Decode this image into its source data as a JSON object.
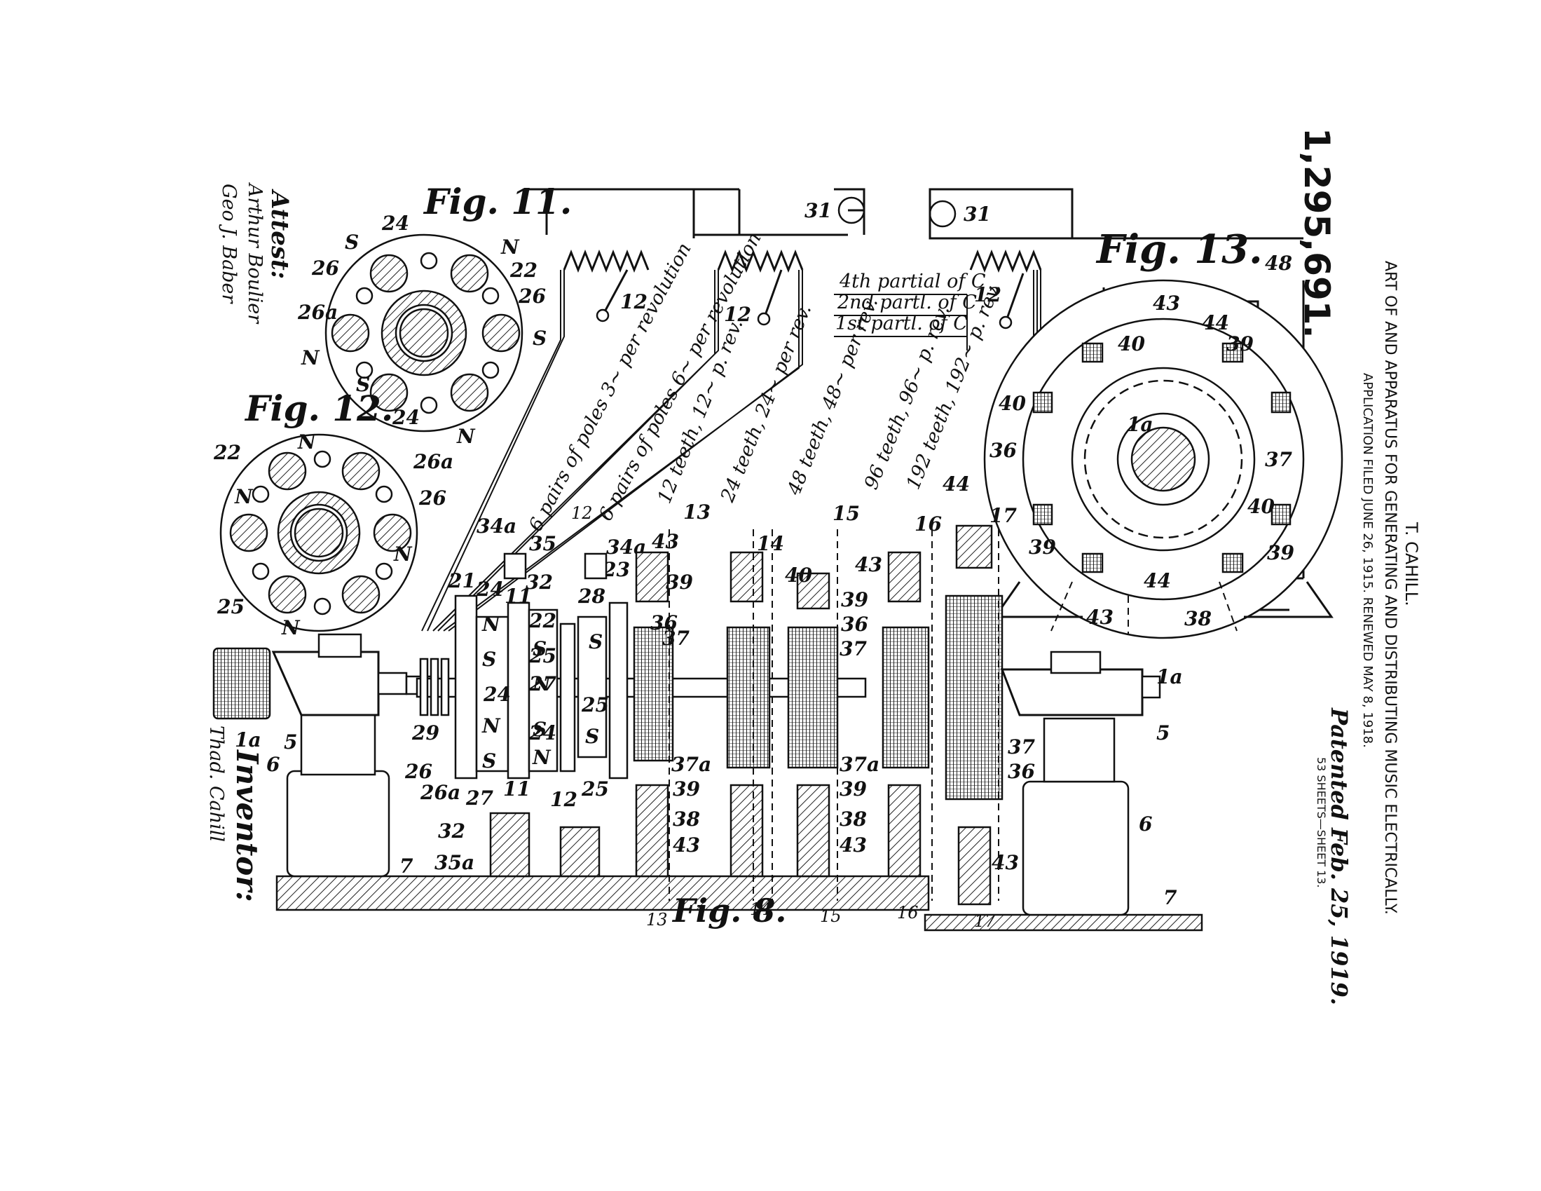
{
  "header": {
    "inventor": "T. CAHILL.",
    "title": "ART OF AND APPARATUS FOR GENERATING AND DISTRIBUTING MUSIC ELECTRICALLY.",
    "application": "APPLICATION FILED JUNE 26, 1915. RENEWED MAY 8, 1918.",
    "patent_number": "1,295,691.",
    "patented": "Patented Feb. 25, 1919.",
    "sheets": "53 SHEETS—SHEET 13."
  },
  "signatures": {
    "attest_label": "Attest:",
    "inventor_label": "Inventor:",
    "witness_1": "Arthur Boulier",
    "witness_2": "Geo J. Baber",
    "inventor_name": "Thad. Cahill"
  },
  "figures": {
    "fig8": "Fig. 8.",
    "fig11": "Fig. 11.",
    "fig12": "Fig. 12.",
    "fig13": "Fig. 13."
  },
  "annotations": {
    "poles_3": "6 pairs of poles 3~ per revolution",
    "poles_6": "6 pairs of poles 6~ per revolution",
    "teeth_12": "12 teeth, 12~ p. rev.",
    "teeth_24": "24 teeth, 24~ per rev.",
    "teeth_48": "48 teeth, 48~ per rev.",
    "teeth_96": "96 teeth, 96~ p. rev.",
    "teeth_192": "192 teeth, 192~ p. rev.",
    "partial_4": "4th partial of C",
    "partial_2": "2nd partl. of C",
    "partial_1": "1st partl. of C"
  },
  "pole_letters": {
    "north": "N",
    "south": "S"
  },
  "refs": {
    "r1a": "1a",
    "r5": "5",
    "r6": "6",
    "r7": "7",
    "r11": "11",
    "r12": "12",
    "r13": "13",
    "r14": "14",
    "r15": "15",
    "r16": "16",
    "r17": "17",
    "r21": "21",
    "r22": "22",
    "r23": "23",
    "r24": "24",
    "r25": "25",
    "r26": "26",
    "r26a": "26a",
    "r27": "27",
    "r28": "28",
    "r29": "29",
    "r31": "31",
    "r32": "32",
    "r34a": "34a",
    "r35": "35",
    "r35a": "35a",
    "r36": "36",
    "r37": "37",
    "r37a": "37a",
    "r38": "38",
    "r39": "39",
    "r40": "40",
    "r43": "43",
    "r44": "44",
    "r48": "48"
  }
}
